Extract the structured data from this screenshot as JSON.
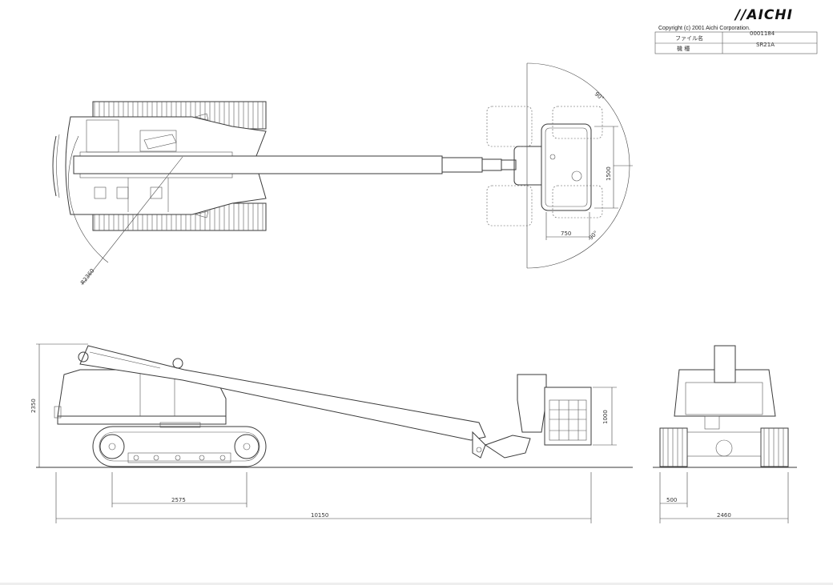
{
  "title_block": {
    "logo": "//AICHI",
    "copyright": "Copyright (c) 2001 Aichi Corporation.",
    "file_label": "ファイル名",
    "file_value": "0001184",
    "model_label": "機 種",
    "model_value": "SR21A"
  },
  "dimensions": {
    "tail_radius": "R2360",
    "platform_depth": "1500",
    "platform_width": "750",
    "rotation_top": "90°",
    "rotation_bottom": "90°",
    "overall_height": "2350",
    "basket_height": "1000",
    "wheelbase": "2575",
    "overall_length": "10150",
    "track_width": "500",
    "overall_width": "2460"
  }
}
